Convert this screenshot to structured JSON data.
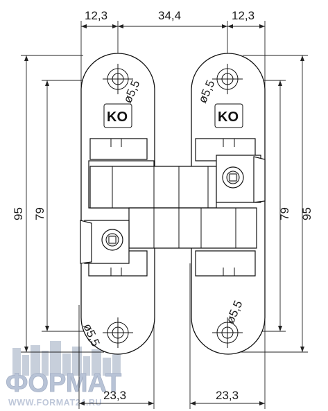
{
  "dimensions": {
    "top_left": "12,3",
    "top_middle": "34,4",
    "top_right": "12,3",
    "left_outer": "95",
    "left_inner": "79",
    "right_inner": "79",
    "right_outer": "95",
    "bottom_left": "23,3",
    "bottom_right": "23,3"
  },
  "holes": {
    "left_top": "ø5,5",
    "right_top": "ø5,5",
    "left_bottom": "ø5,5",
    "right_bottom": "ø5,5"
  },
  "logo": {
    "text": "KO"
  },
  "watermark": {
    "brand": "ФОРМАТ",
    "url": "WWW.FORMAT24.RU"
  }
}
